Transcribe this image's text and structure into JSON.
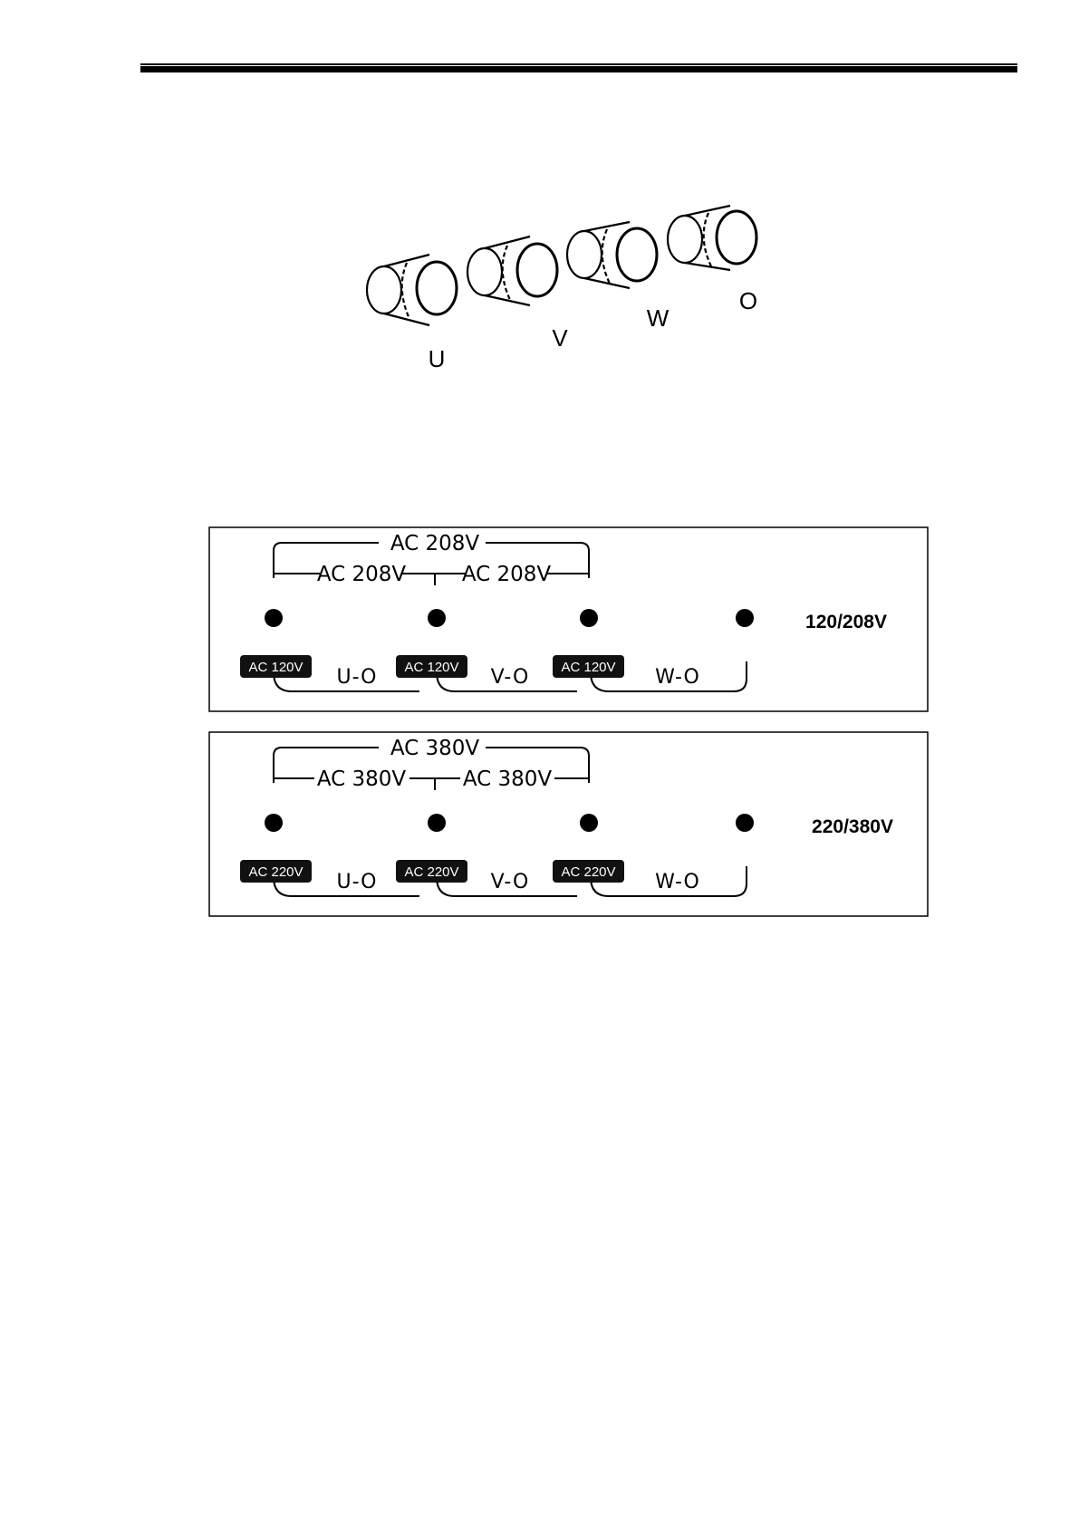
{
  "terminals": [
    "U",
    "V",
    "W",
    "O"
  ],
  "panels": [
    {
      "setting": "120/208V",
      "top_span": "AC 208V",
      "pair_spans": [
        "AC 208V",
        "AC 208V"
      ],
      "phase_voltage": "AC 120V",
      "phases": [
        "U-O",
        "V-O",
        "W-O"
      ]
    },
    {
      "setting": "220/380V",
      "top_span": "AC 380V",
      "pair_spans": [
        "AC 380V",
        "AC 380V"
      ],
      "phase_voltage": "AC 220V",
      "phases": [
        "U-O",
        "V-O",
        "W-O"
      ]
    }
  ],
  "colors": {
    "ink": "#000000",
    "badge": "#111111",
    "background": "#ffffff"
  }
}
